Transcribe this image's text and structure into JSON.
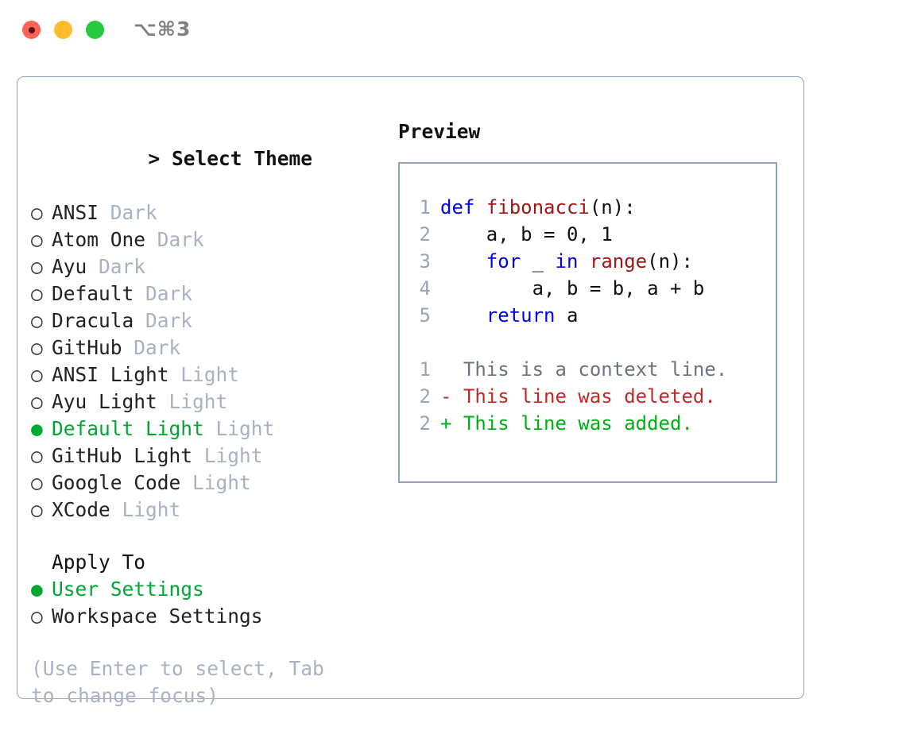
{
  "titlebar": {
    "lights": [
      {
        "name": "close-button",
        "color": "#ff6058"
      },
      {
        "name": "minimize-button",
        "color": "#ffbd2e"
      },
      {
        "name": "maximize-button",
        "color": "#28c840"
      }
    ],
    "shortcut": "⌥⌘3"
  },
  "theme_picker": {
    "caret": "> ",
    "header": "Select Theme",
    "marker_unselected": "○",
    "marker_selected": "●",
    "accent_color": "#00a832",
    "items": [
      {
        "marker": "○",
        "name": "ANSI",
        "tag": "Dark",
        "selected": false
      },
      {
        "marker": "○",
        "name": "Atom One",
        "tag": "Dark",
        "selected": false
      },
      {
        "marker": "○",
        "name": "Ayu",
        "tag": "Dark",
        "selected": false
      },
      {
        "marker": "○",
        "name": "Default",
        "tag": "Dark",
        "selected": false
      },
      {
        "marker": "○",
        "name": "Dracula",
        "tag": "Dark",
        "selected": false
      },
      {
        "marker": "○",
        "name": "GitHub",
        "tag": "Dark",
        "selected": false
      },
      {
        "marker": "○",
        "name": "ANSI Light",
        "tag": "Light",
        "selected": false
      },
      {
        "marker": "○",
        "name": "Ayu Light",
        "tag": "Light",
        "selected": false
      },
      {
        "marker": "●",
        "name": "Default Light",
        "tag": "Light",
        "selected": true
      },
      {
        "marker": "○",
        "name": "GitHub Light",
        "tag": "Light",
        "selected": false
      },
      {
        "marker": "○",
        "name": "Google Code",
        "tag": "Light",
        "selected": false
      },
      {
        "marker": "○",
        "name": "XCode",
        "tag": "Light",
        "selected": false
      }
    ]
  },
  "apply_to": {
    "label": "Apply To",
    "items": [
      {
        "marker": "●",
        "name": "User Settings",
        "selected": true
      },
      {
        "marker": "○",
        "name": "Workspace Settings",
        "selected": false
      }
    ]
  },
  "hint": "(Use Enter to select, Tab to change focus)",
  "preview": {
    "title": "Preview",
    "code_lines": [
      {
        "num": "1",
        "tokens": [
          {
            "t": "def",
            "c": "kw"
          },
          {
            "t": " ",
            "c": "plain"
          },
          {
            "t": "fibonacci",
            "c": "fn"
          },
          {
            "t": "(n):",
            "c": "plain"
          }
        ]
      },
      {
        "num": "2",
        "tokens": [
          {
            "t": "    a, b = 0, 1",
            "c": "plain"
          }
        ]
      },
      {
        "num": "3",
        "tokens": [
          {
            "t": "    ",
            "c": "plain"
          },
          {
            "t": "for",
            "c": "kw"
          },
          {
            "t": " _ ",
            "c": "plain"
          },
          {
            "t": "in",
            "c": "kw"
          },
          {
            "t": " ",
            "c": "plain"
          },
          {
            "t": "range",
            "c": "fn"
          },
          {
            "t": "(n):",
            "c": "plain"
          }
        ]
      },
      {
        "num": "4",
        "tokens": [
          {
            "t": "        a, b = b, a + b",
            "c": "plain"
          }
        ]
      },
      {
        "num": "5",
        "tokens": [
          {
            "t": "    ",
            "c": "plain"
          },
          {
            "t": "return",
            "c": "kw"
          },
          {
            "t": " a",
            "c": "plain"
          }
        ]
      }
    ],
    "diff_lines": [
      {
        "num": "1",
        "sign": "  ",
        "text": "This is a context line.",
        "kind": "diff-ctx"
      },
      {
        "num": "2",
        "sign": "- ",
        "text": "This line was deleted.",
        "kind": "diff-del"
      },
      {
        "num": "2",
        "sign": "+ ",
        "text": "This line was added.",
        "kind": "diff-add"
      }
    ]
  }
}
